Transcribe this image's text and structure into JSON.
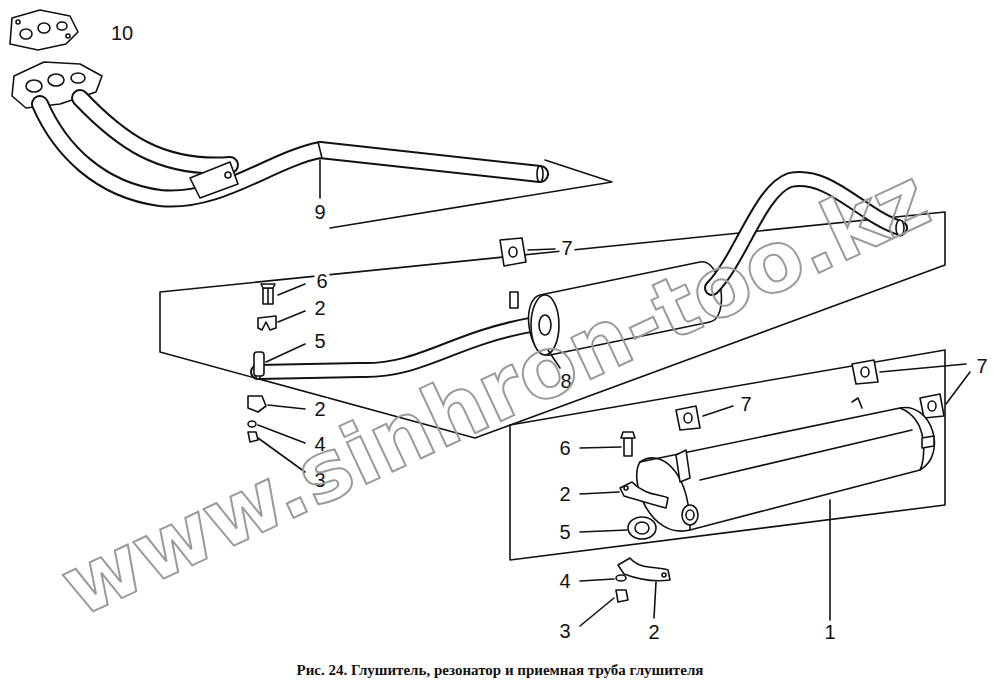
{
  "diagram": {
    "caption": "Рис. 24. Глушитель, резонатор и приемная труба глушителя",
    "labels": [
      "10",
      "9",
      "7",
      "6",
      "2",
      "5",
      "8",
      "2",
      "4",
      "3",
      "7",
      "7",
      "6",
      "2",
      "5",
      "4",
      "3",
      "2",
      "1",
      "www.sinhron-too.kz"
    ]
  }
}
